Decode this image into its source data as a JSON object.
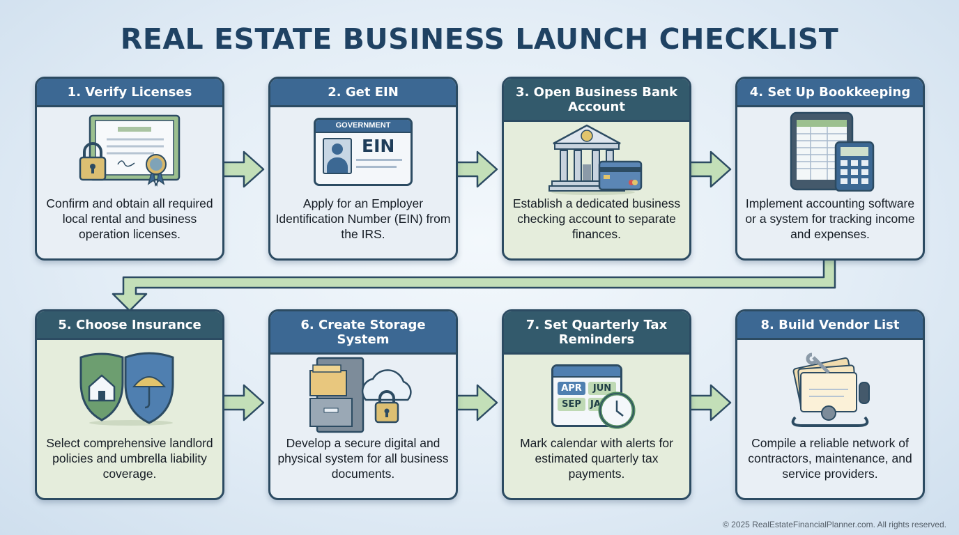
{
  "title": "REAL ESTATE BUSINESS LAUNCH CHECKLIST",
  "steps": [
    {
      "title": "1. Verify Licenses",
      "description": "Confirm and obtain all required local rental and business operation licenses.",
      "icon": "certificate-lock-icon"
    },
    {
      "title": "2. Get EIN",
      "description": "Apply for an Employer Identification Number (EIN) from the IRS.",
      "icon": "id-card-icon",
      "card_header": "GOVERNMENT",
      "card_label": "EIN"
    },
    {
      "title": "3. Open Business Bank Account",
      "description": "Establish a dedicated business checking account to separate finances.",
      "icon": "bank-card-icon"
    },
    {
      "title": "4. Set Up Bookkeeping",
      "description": "Implement accounting software or a system for tracking income and expenses.",
      "icon": "tablet-calculator-icon"
    },
    {
      "title": "5. Choose Insurance",
      "description": "Select comprehensive landlord policies and umbrella liability coverage.",
      "icon": "shield-insurance-icon"
    },
    {
      "title": "6. Create Storage System",
      "description": "Develop a secure digital and physical system for all business documents.",
      "icon": "file-cabinet-cloud-icon"
    },
    {
      "title": "7. Set Quarterly Tax Reminders",
      "description": "Mark calendar with alerts for estimated quarterly tax payments.",
      "icon": "calendar-clock-icon",
      "months": [
        "APR",
        "JUN",
        "SEP",
        "JA"
      ]
    },
    {
      "title": "8. Build Vendor List",
      "description": "Compile a reliable network of contractors, maintenance, and service providers.",
      "icon": "rolodex-icon"
    }
  ],
  "footer": "© 2025 RealEstateFinancialPlanner.com. All rights reserved.",
  "colors": {
    "title": "#1f4263",
    "header_blue": "#3c6893",
    "header_teal": "#335a6c",
    "arrow": "#b9d8b0"
  }
}
